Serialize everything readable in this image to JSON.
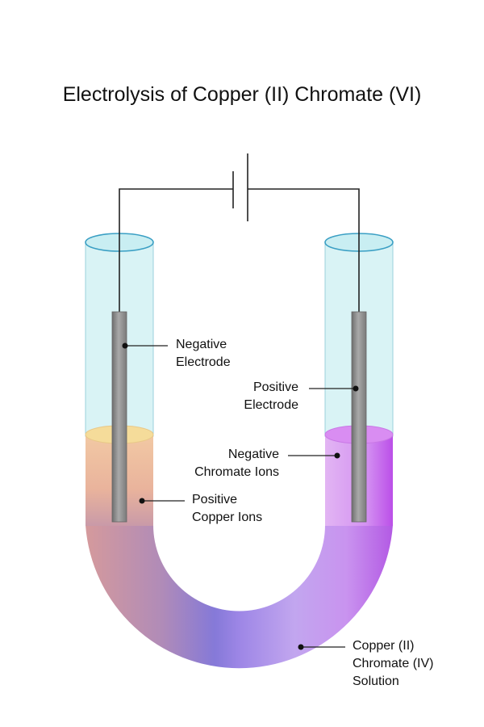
{
  "title": "Electrolysis of Copper (II) Chromate (VI)",
  "labels": {
    "negative_electrode": [
      "Negative",
      "Electrode"
    ],
    "positive_electrode": [
      "Positive",
      "Electrode"
    ],
    "negative_chromate_ions": [
      "Negative",
      "Chromate Ions"
    ],
    "positive_copper_ions": [
      "Positive",
      "Copper Ions"
    ],
    "solution": [
      "Copper (II)",
      "Chromate (IV)",
      "Solution"
    ]
  },
  "colors": {
    "glass": "#d9f3f5",
    "glass_rim": "#3a9fc4",
    "copper_ion_solution": "#efc79e",
    "chromate_ion_solution": "#d89af0",
    "electrode": "#8f8f8f",
    "wire": "#222222"
  }
}
